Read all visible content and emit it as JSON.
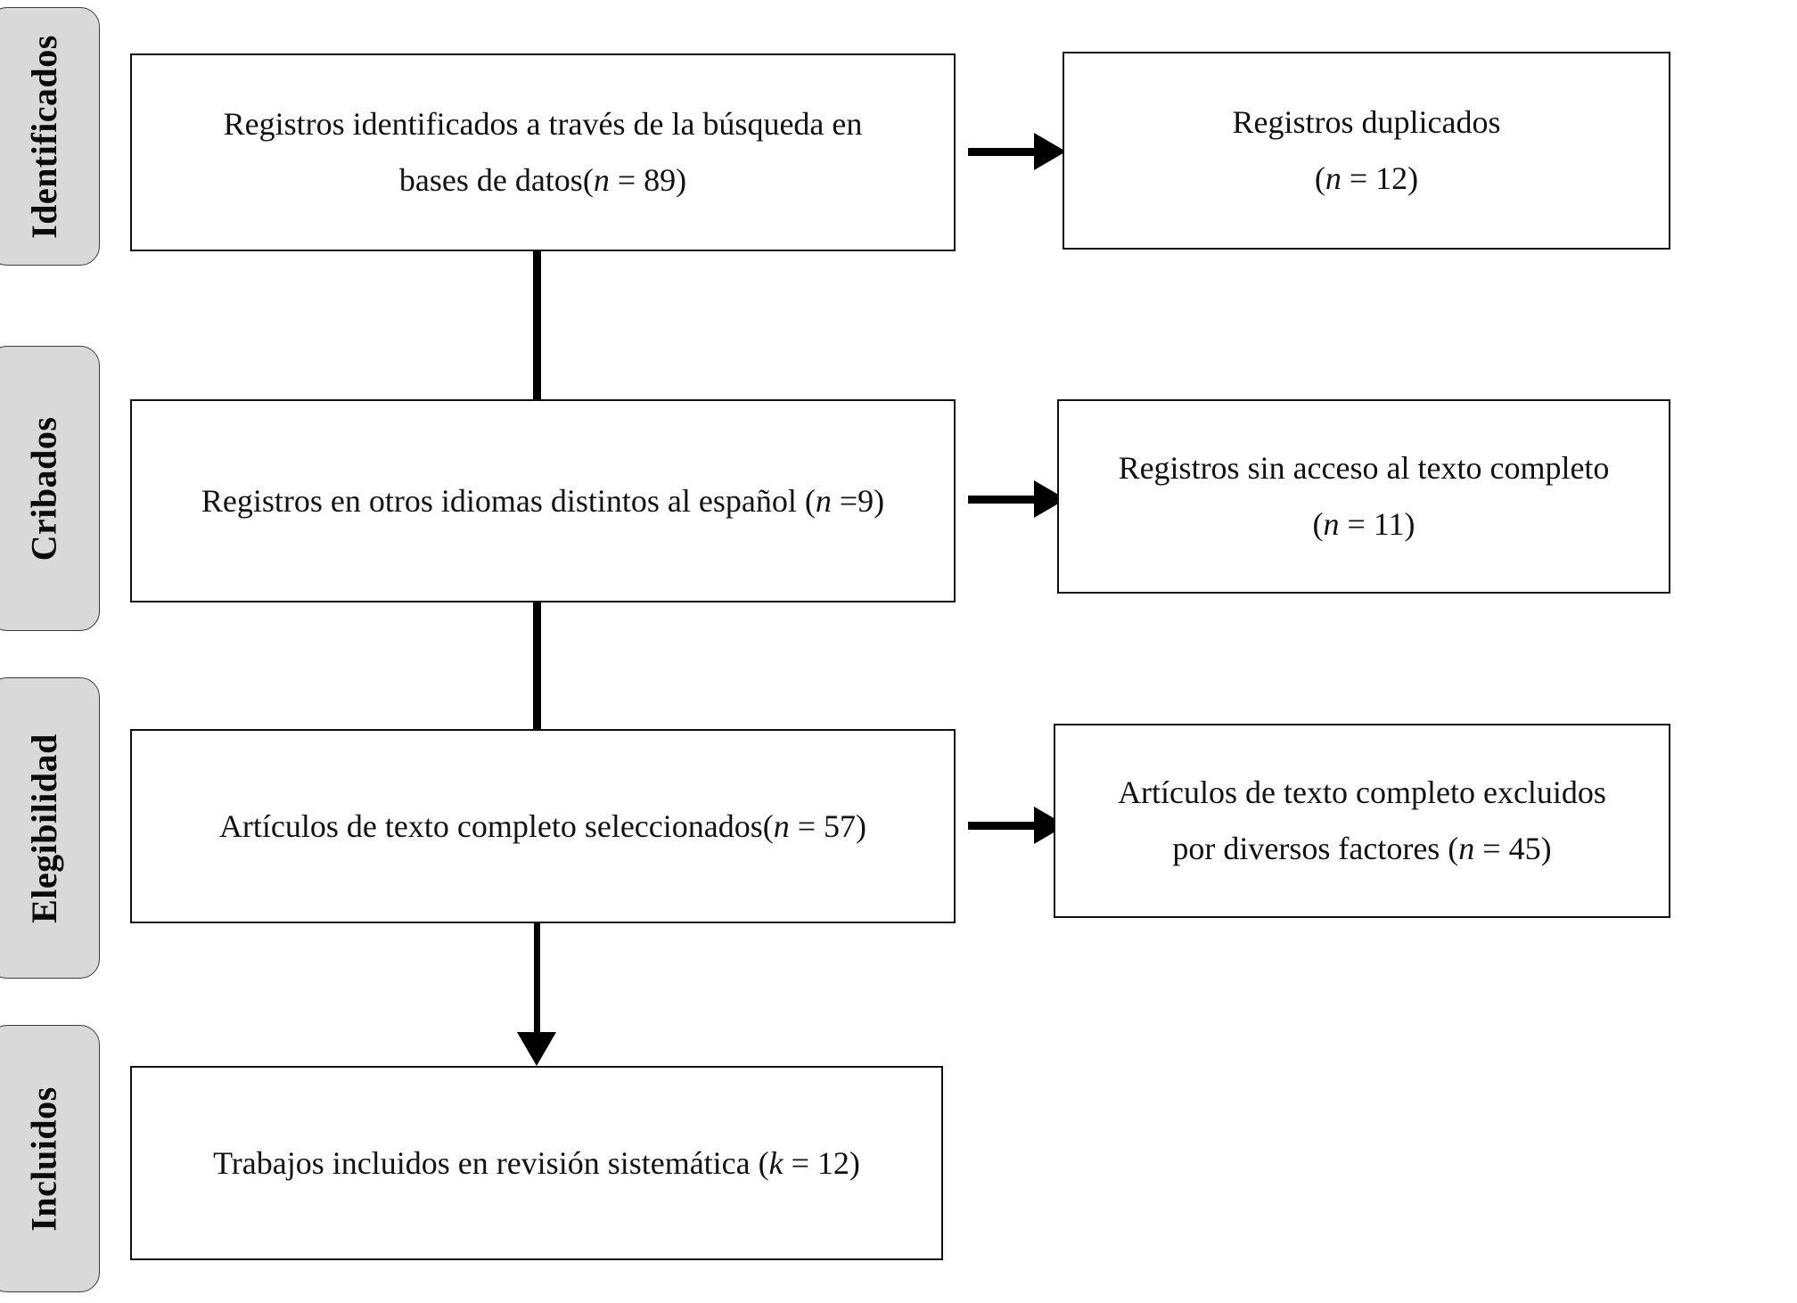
{
  "diagram": {
    "title": "PRISMA flow diagram",
    "language": "es",
    "colors": {
      "pill_fill": "#d9d9d9",
      "pill_border": "#3a3a3a",
      "box_border": "#111111",
      "connector": "#000000",
      "text": "#121212",
      "background": "#ffffff"
    },
    "phases": [
      {
        "id": "identificados",
        "label": "Identificados"
      },
      {
        "id": "cribados",
        "label": "Cribados"
      },
      {
        "id": "elegibilidad",
        "label": "Elegibilidad"
      },
      {
        "id": "incluidos",
        "label": "Incluidos"
      }
    ],
    "main_boxes": [
      {
        "id": "registros-identificados",
        "phase": "identificados",
        "line1": "Registros identificados a través de la búsqueda en",
        "line2_pre": "bases de datos(",
        "line2_italic": "n",
        "line2_post": " = 89)",
        "count_symbol": "n",
        "count_value": 89
      },
      {
        "id": "registros-otros-idiomas",
        "phase": "cribados",
        "line1": "",
        "line2_pre": "Registros en otros idiomas distintos al español (",
        "line2_italic": "n",
        "line2_post": " =9)",
        "count_symbol": "n",
        "count_value": 9
      },
      {
        "id": "articulos-seleccionados",
        "phase": "elegibilidad",
        "line1": "",
        "line2_pre": "Artículos de texto completo seleccionados(",
        "line2_italic": "n",
        "line2_post": " = 57)",
        "count_symbol": "n",
        "count_value": 57
      },
      {
        "id": "trabajos-incluidos",
        "phase": "incluidos",
        "line1": "",
        "line2_pre": "Trabajos incluidos en revisión sistemática (",
        "line2_italic": "k",
        "line2_post": " = 12)",
        "count_symbol": "k",
        "count_value": 12
      }
    ],
    "exclusion_boxes": [
      {
        "id": "registros-duplicados",
        "phase": "identificados",
        "line1": "Registros duplicados",
        "line2_pre": "(",
        "line2_italic": "n",
        "line2_post": " = 12)",
        "count_symbol": "n",
        "count_value": 12
      },
      {
        "id": "sin-acceso-texto-completo",
        "phase": "cribados",
        "line1": "Registros sin acceso al texto completo",
        "line2_pre": "(",
        "line2_italic": "n",
        "line2_post": " = 11)",
        "count_symbol": "n",
        "count_value": 11
      },
      {
        "id": "articulos-excluidos",
        "phase": "elegibilidad",
        "line1": "Artículos de texto completo excluidos",
        "line2_pre": "por diversos factores (",
        "line2_italic": "n",
        "line2_post": " = 45)",
        "count_symbol": "n",
        "count_value": 45
      }
    ],
    "connectors": {
      "vertical_label": "flow-down-connector",
      "horizontal_label": "exclusion-arrow",
      "final_arrow_label": "final-inclusion-arrow"
    }
  }
}
